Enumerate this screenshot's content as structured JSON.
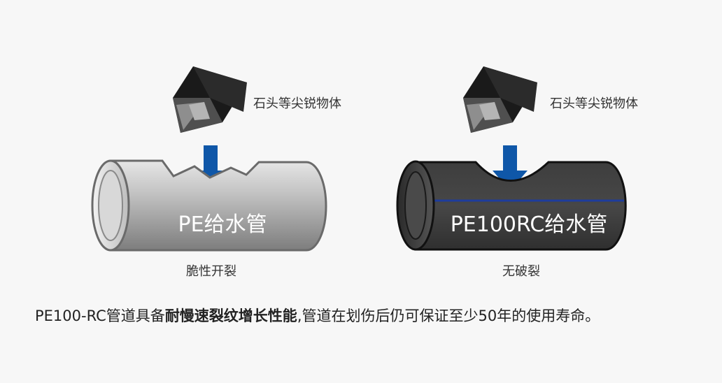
{
  "left_panel": {
    "object_label": "石头等尖锐物体",
    "pipe_label": "PE给水管",
    "result_caption": "脆性开裂"
  },
  "right_panel": {
    "object_label": "石头等尖锐物体",
    "pipe_label": "PE100RC给水管",
    "result_caption": "无破裂"
  },
  "summary": {
    "prefix": "PE100-RC管道具备",
    "emphasis": "耐慢速裂纹增长性能",
    "suffix": ",管道在划伤后仍可保证至少50年的使用寿命。"
  },
  "colors": {
    "arrow": "#0f57a8",
    "rc_stripe": "#1e3c9c",
    "dark_pipe": "#3a3a3a",
    "grey_pipe": "#9a9a9a"
  }
}
